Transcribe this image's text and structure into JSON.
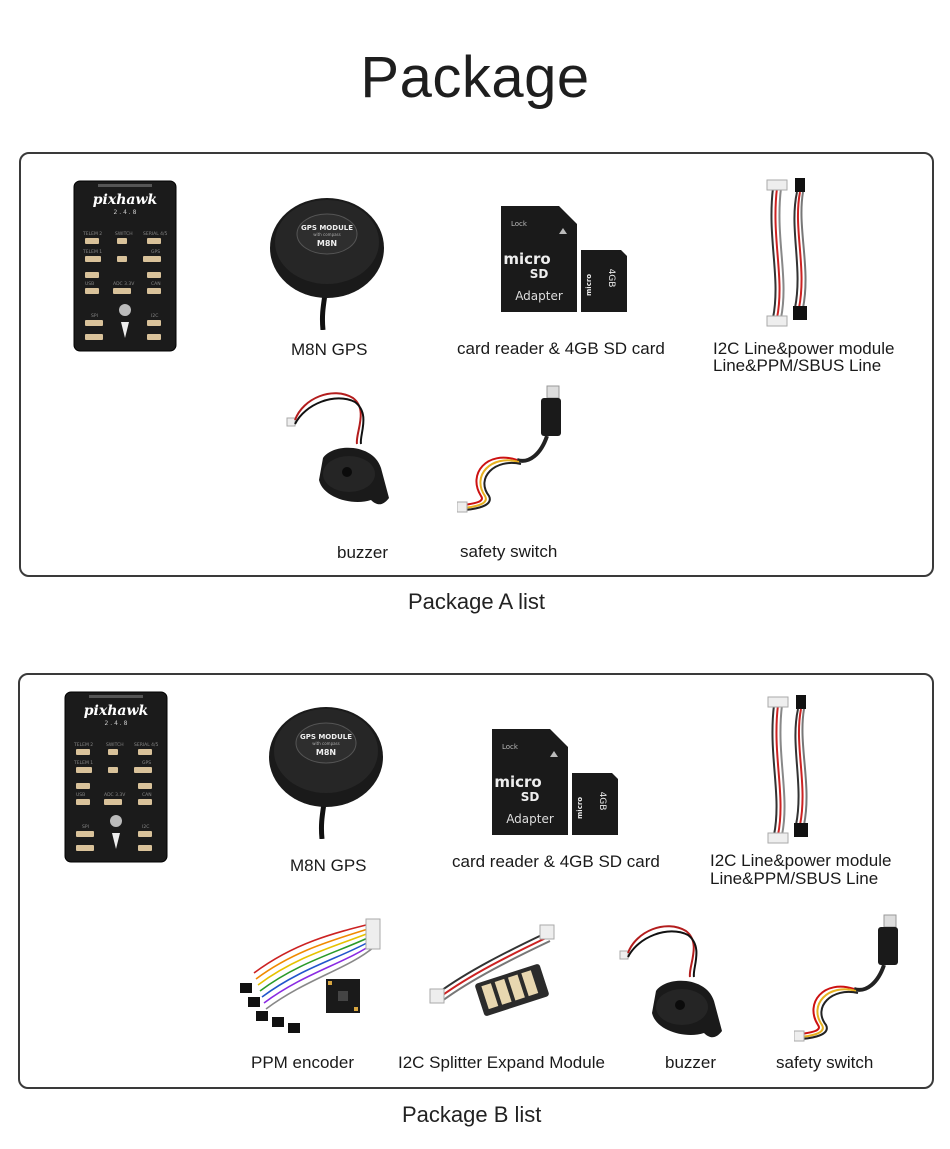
{
  "page": {
    "title": "Package"
  },
  "package_a": {
    "caption": "Package A list",
    "items": {
      "gps": "M8N GPS",
      "sd": "card reader & 4GB SD card",
      "i2c_line1": "I2C Line&power module",
      "i2c_line2": "Line&PPM/SBUS Line",
      "buzzer": "buzzer",
      "safety": "safety switch"
    }
  },
  "package_b": {
    "caption": "Package B list",
    "items": {
      "gps": "M8N GPS",
      "sd": "card reader & 4GB SD card",
      "i2c_line1": "I2C Line&power module",
      "i2c_line2": "Line&PPM/SBUS Line",
      "ppm": "PPM encoder",
      "splitter": "I2C Splitter Expand Module",
      "buzzer": "buzzer",
      "safety": "safety switch"
    }
  },
  "product_art": {
    "board_logo": "pixhawk",
    "board_version": "2.4.8",
    "gps_text1": "GPS MODULE",
    "gps_text2": "with compass",
    "gps_model": "M8N",
    "sd_lock": "Lock",
    "sd_adapter": "Adapter",
    "sd_capacity": "4GB"
  },
  "colors": {
    "border": "#3a3a3a",
    "board": "#1b1b1b",
    "connector": "#d9c29a"
  }
}
